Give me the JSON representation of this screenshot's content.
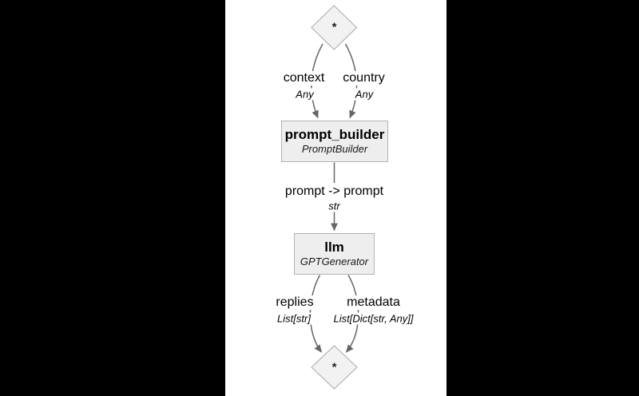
{
  "diagram": {
    "entry": {
      "symbol": "*"
    },
    "exit": {
      "symbol": "*"
    },
    "nodes": {
      "prompt_builder": {
        "title": "prompt_builder",
        "subtitle": "PromptBuilder"
      },
      "llm": {
        "title": "llm",
        "subtitle": "GPTGenerator"
      }
    },
    "edges": {
      "context": {
        "label": "context",
        "type": "Any"
      },
      "country": {
        "label": "country",
        "type": "Any"
      },
      "prompt": {
        "label": "prompt -> prompt",
        "type": "str"
      },
      "replies": {
        "label": "replies",
        "type": "List[str]"
      },
      "metadata": {
        "label": "metadata",
        "type": "List[Dict[str, Any]]"
      }
    },
    "colors": {
      "background": "#000000",
      "panel": "#ffffff",
      "node_fill": "#eeeeee",
      "node_border": "#b3b3b3",
      "diamond_fill": "#f2f2f2",
      "edge": "#666666",
      "text": "#000000"
    }
  }
}
